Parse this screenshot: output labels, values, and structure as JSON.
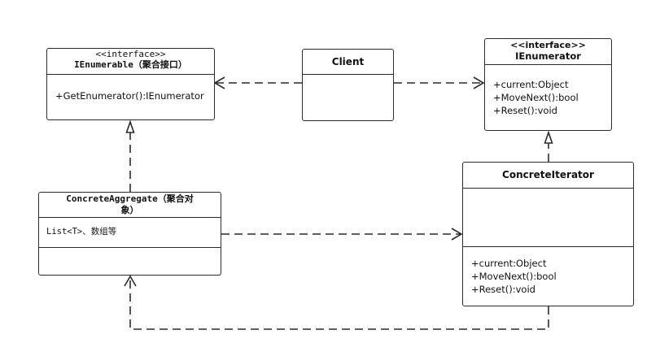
{
  "colors": {
    "stroke": "#2b2b2b",
    "text": "#111111",
    "background": "#ffffff"
  },
  "ienumerable": {
    "stereotype": "<<interface>>",
    "name": "IEnumerable（聚合接口）",
    "methods": [
      "+GetEnumerator():IEnumerator"
    ]
  },
  "client": {
    "name": "Client"
  },
  "ienumerator": {
    "stereotype": "<<interface>>",
    "name": "IEnumerator",
    "members": [
      "+current:Object",
      "+MoveNext():bool",
      "+Reset():void"
    ]
  },
  "concrete_aggregate": {
    "name_line1": "ConcreteAggregate（聚合对",
    "name_line2": "象）",
    "attributes": [
      "List<T>、数组等"
    ]
  },
  "concrete_iterator": {
    "name": "ConcreteIterator",
    "members": [
      "+current:Object",
      "+MoveNext():bool",
      "+Reset():void"
    ]
  },
  "relations": [
    {
      "from": "client",
      "to": "ienumerable",
      "kind": "dependency"
    },
    {
      "from": "client",
      "to": "ienumerator",
      "kind": "dependency"
    },
    {
      "from": "concrete_aggregate",
      "to": "ienumerable",
      "kind": "realization"
    },
    {
      "from": "concrete_iterator",
      "to": "ienumerator",
      "kind": "realization"
    },
    {
      "from": "concrete_aggregate",
      "to": "concrete_iterator",
      "kind": "dependency"
    },
    {
      "from": "concrete_iterator",
      "to": "concrete_aggregate",
      "kind": "dependency"
    }
  ]
}
